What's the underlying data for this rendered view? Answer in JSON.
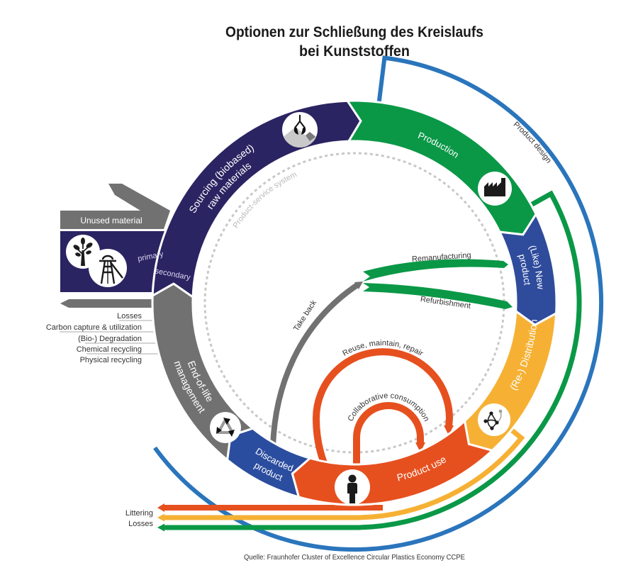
{
  "title": {
    "line1": "Optionen zur Schließung des Kreislaufs",
    "line2": "bei Kunststoffen"
  },
  "colors": {
    "sourcing": "#2b2462",
    "production": "#0a9847",
    "like_new": "#2f4b9c",
    "distribution": "#f6b134",
    "product_use": "#e6501f",
    "discarded": "#2b4d9f",
    "end_of_life": "#717171",
    "product_design": "#2a75bc",
    "product_service_system": "#c8c8c8"
  },
  "cycle_stages": {
    "sourcing": {
      "line1": "Sourcing (biobased)",
      "line2": "raw materials",
      "icon": "excavator-mountain-icon"
    },
    "production": {
      "label": "Production",
      "icon": "factory-icon"
    },
    "like_new": {
      "line1": "(Like) New",
      "line2": "product"
    },
    "distribution": {
      "label": "(Re-) Distribution",
      "icon": "network-icon"
    },
    "product_use": {
      "label": "Product use",
      "icon": "person-icon"
    },
    "discarded": {
      "line1": "Discarded",
      "line2": "product"
    },
    "end_of_life": {
      "line1": "End-of-life",
      "line2": "management",
      "icon": "recycle-icon"
    }
  },
  "outer_loops": {
    "product_design": "Product design"
  },
  "inner_loops": {
    "product_service_system": "Product-service system",
    "remanufacturing": "Remanufacturing",
    "refurbishment": "Refurbishment",
    "take_back": "Take back",
    "reuse": "Reuse, maintain, repair",
    "collaborative": "Collaborative consumption"
  },
  "inputs": {
    "unused_material": "Unused material",
    "primary": "primary",
    "secondary": "secondary",
    "icons": [
      "tree-icon",
      "mine-headframe-icon"
    ]
  },
  "end_of_life_options": [
    "Losses",
    "Carbon capture & utilization",
    "(Bio-) Degradation",
    "Chemical recycling",
    "Physical recycling"
  ],
  "leakage_outputs": [
    "Littering",
    "Losses"
  ],
  "source": "Quelle: Fraunhofer Cluster of Excellence Circular Plastics Economy CCPE"
}
